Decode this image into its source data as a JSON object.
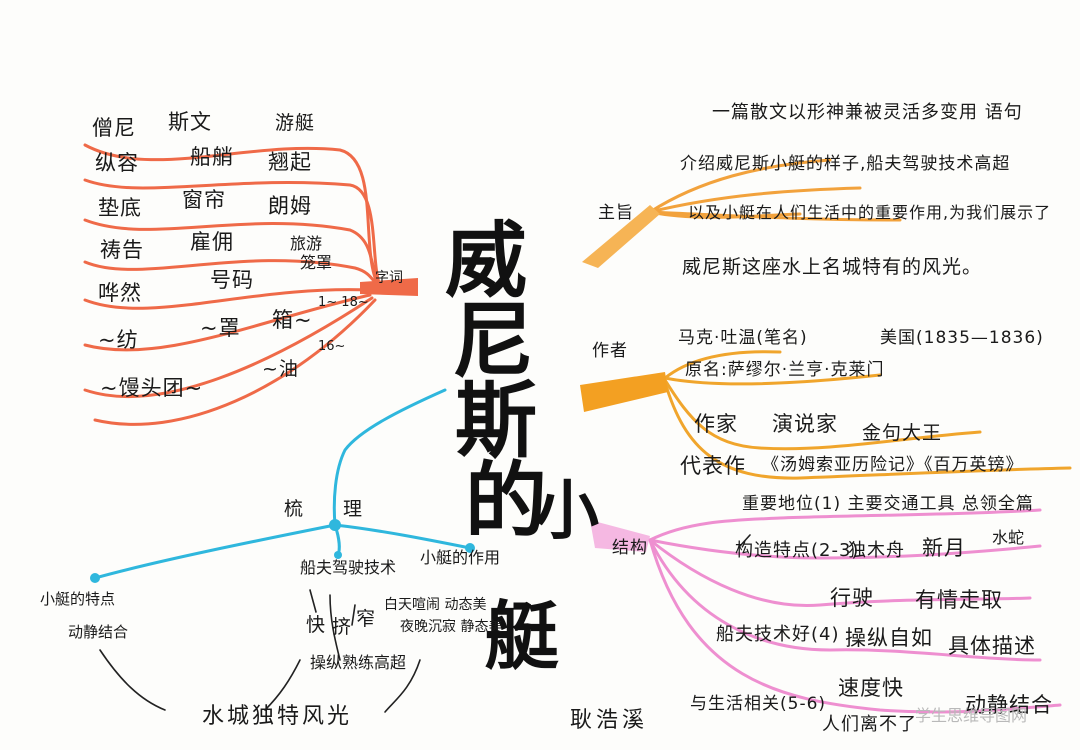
{
  "title": {
    "chars": [
      "威",
      "尼",
      "斯",
      "的",
      "小",
      "艇"
    ]
  },
  "author": "耿浩溪",
  "watermark": "学生思维导图网",
  "vocabulary": {
    "branch_label": "字词",
    "rows": [
      [
        "僧尼",
        "斯文",
        "游艇"
      ],
      [
        "纵容",
        "船艄",
        "翘起"
      ],
      [
        "垫底",
        "窗帘",
        "朗姆"
      ],
      [
        "祷告",
        "雇佣",
        "旅游",
        "笼罩"
      ],
      [
        "哗然",
        "号码"
      ],
      [
        "~纺",
        "~罩",
        "箱~",
        "1~ 18~"
      ],
      [
        "~馒头团~",
        "~油",
        "16~"
      ]
    ]
  },
  "main_idea": {
    "branch_label": "主旨",
    "lines": [
      "一篇散文以形神兼被灵活多变用 语句",
      "介绍威尼斯小艇的样子,船夫驾驶技术高超",
      "以及小艇在人们生活中的重要作用,为我们展示了",
      "威尼斯这座水上名城特有的风光。"
    ]
  },
  "author_info": {
    "branch_label": "作者",
    "pen_name": "马克·吐温(笔名)",
    "country_years": "美国(1835—1836)",
    "real_name": "原名:萨缪尔·兰亨·克莱门",
    "roles_label": "作家",
    "roles": [
      "演说家",
      "金句大王"
    ],
    "works_label": "代表作",
    "works": "《汤姆索亚历险记》《百万英镑》"
  },
  "structure": {
    "branch_label": "结构",
    "importance": "重要地位(1) 主要交通工具 总领全篇",
    "shape_label": "构造特点(2-3)",
    "shape_items": [
      "独木舟",
      "新月",
      "水蛇"
    ],
    "skill_label": "船夫技术好(4)",
    "skill_items": [
      "操纵自如",
      "具体描述"
    ],
    "speed_label": "速度快",
    "speed_items": [
      "行驶",
      "有情走取"
    ],
    "life_label": "与生活相关(5-6)",
    "life_items": [
      "人们离不了",
      "动静结合"
    ]
  },
  "summary": {
    "branch_label": "梳理",
    "left_label": "小艇的特点",
    "left_sub": "动静结合",
    "mid_label": "船夫驾驶技术",
    "mid_items": [
      "快",
      "挤",
      "窄"
    ],
    "mid_sub": "操纵熟练高超",
    "right_label": "小艇的作用",
    "right_items": [
      "白天喧闹 动态美",
      "夜晚沉寂 静态美"
    ],
    "bottom": "水城独特风光"
  },
  "colors": {
    "vocab": "#ef6a48",
    "main_idea": "#f2a23c",
    "author": "#f0a52c",
    "structure": "#ee8fd0",
    "summary": "#2fb7dd"
  }
}
